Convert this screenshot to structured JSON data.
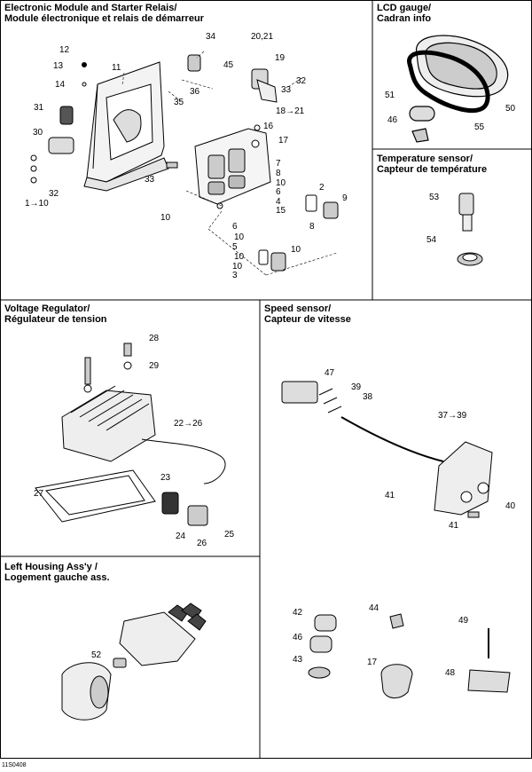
{
  "panels": {
    "ecu": {
      "title_en": "Electronic Module and Starter Relais/",
      "title_fr": "Module électronique et relais de démarreur"
    },
    "lcd": {
      "title_en": "LCD gauge/",
      "title_fr": "Cadran info"
    },
    "temp": {
      "title_en": "Temperature sensor/",
      "title_fr": "Capteur de température"
    },
    "voltage": {
      "title_en": "Voltage Regulator/",
      "title_fr": "Régulateur de tension"
    },
    "speed": {
      "title_en": "Speed sensor/",
      "title_fr": "Capteur de vitesse"
    },
    "housing": {
      "title_en": "Left Housing Ass'y /",
      "title_fr": "Logement gauche ass."
    }
  },
  "callouts": {
    "ecu": [
      "34",
      "20,21",
      "19",
      "45",
      "36",
      "32",
      "33",
      "35",
      "18→21",
      "12",
      "13",
      "11",
      "14",
      "31",
      "30",
      "16",
      "17",
      "7",
      "8",
      "10",
      "6",
      "4",
      "2",
      "9",
      "15",
      "33",
      "32",
      "1→10",
      "10",
      "6",
      "10",
      "5",
      "10",
      "10",
      "3",
      "10",
      "8"
    ],
    "lcd": [
      "51",
      "46",
      "55",
      "50"
    ],
    "temp": [
      "53",
      "54"
    ],
    "voltage": [
      "28",
      "29",
      "22→26",
      "27",
      "23",
      "24",
      "26",
      "25"
    ],
    "speed": [
      "47",
      "39",
      "38",
      "37→39",
      "41",
      "40",
      "41"
    ],
    "housing": [
      "52",
      "42",
      "46",
      "43",
      "44",
      "17",
      "49",
      "48"
    ]
  },
  "drawing_code": "11S0408"
}
